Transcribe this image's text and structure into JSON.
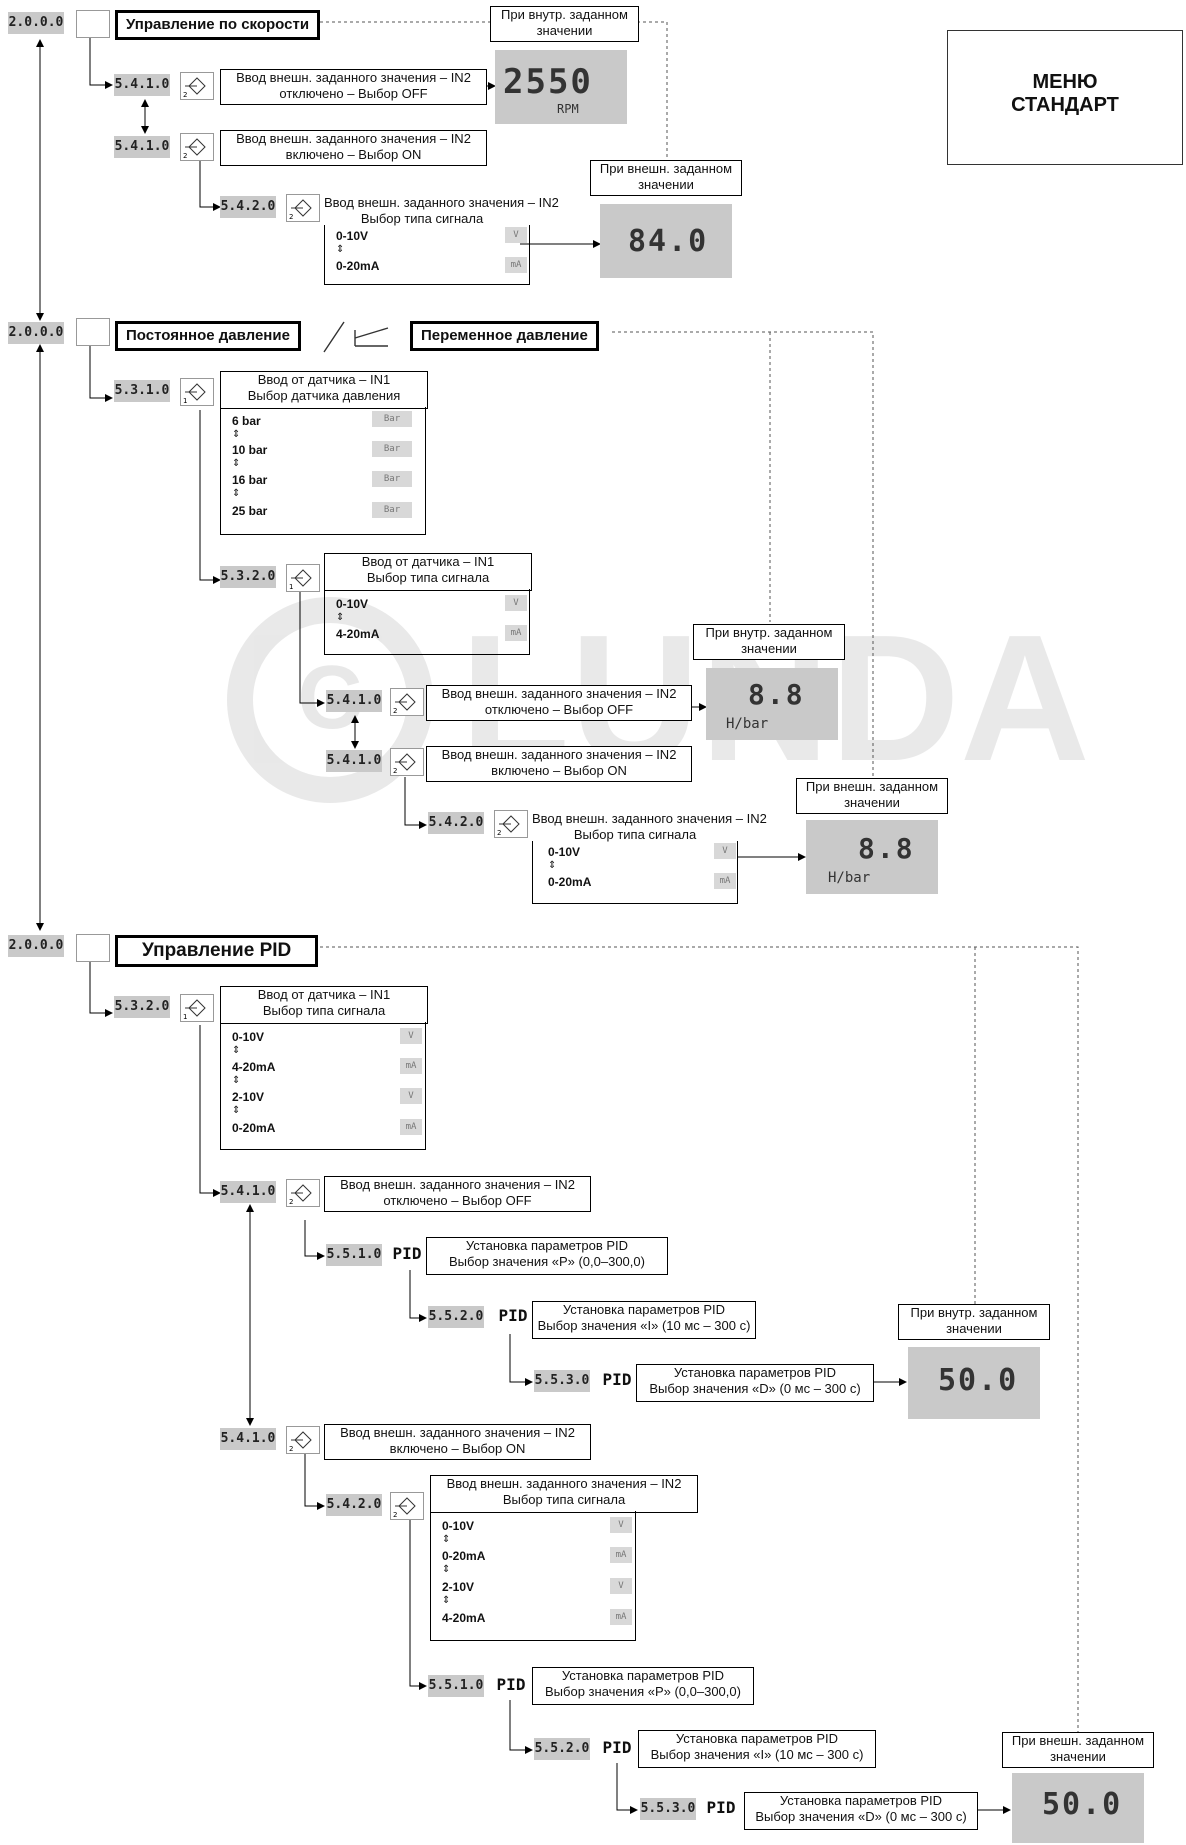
{
  "menu_title": {
    "line1": "МЕНЮ",
    "line2": "СТАНДАРТ"
  },
  "modes": {
    "speed": "Управление по скорости",
    "const_pressure": "Постоянное давление",
    "var_pressure": "Переменное давление",
    "pid": "Управление PID"
  },
  "codes": {
    "c2000": "2.0.0.0",
    "c5410": "5.4.1.0",
    "c5420": "5.4.2.0",
    "c5310": "5.3.1.0",
    "c5320": "5.3.2.0",
    "c5510": "5.5.1.0",
    "c5520": "5.5.2.0",
    "c5530": "5.5.3.0"
  },
  "labels": {
    "in2_off_1": "Ввод внешн. заданного значения – IN2",
    "in2_off_2": "отключено – Выбор OFF",
    "in2_on_2": "включено – Выбор ON",
    "in2_type_2": "Выбор типа сигнала",
    "in1_1": "Ввод от датчика – IN1",
    "in1_sensor_2": "Выбор датчика давления",
    "in1_type_2": "Выбор типа сигнала",
    "pid_1": "Установка параметров PID",
    "pid_p": "Выбор значения «P» (0,0–300,0)",
    "pid_i": "Выбор значения «I» (10 мс – 300 с)",
    "pid_d": "Выбор значения «D» (0 мс – 300 с)",
    "int_set_1": "При внутр. заданном",
    "int_set_2": "значении",
    "ext_set_1": "При внешн. заданном",
    "ext_set_2": "значении"
  },
  "options": {
    "o010": "0-10V",
    "o020": "0-20mA",
    "o420": "4-20mA",
    "o210": "2-10V",
    "b6": "6 bar",
    "b10": "10 bar",
    "b16": "16 bar",
    "b25": "25 bar",
    "arrow": "⇕"
  },
  "units": {
    "v": "V",
    "ma": "mA",
    "bar": "Bar"
  },
  "displays": {
    "rpm_value": "2550",
    "rpm_unit": "RPM",
    "pct_value": "84.0",
    "hbar_value": "8.8",
    "hbar_unit": "H/bar",
    "pid_value": "50.0"
  },
  "watermark": "LUNDA"
}
